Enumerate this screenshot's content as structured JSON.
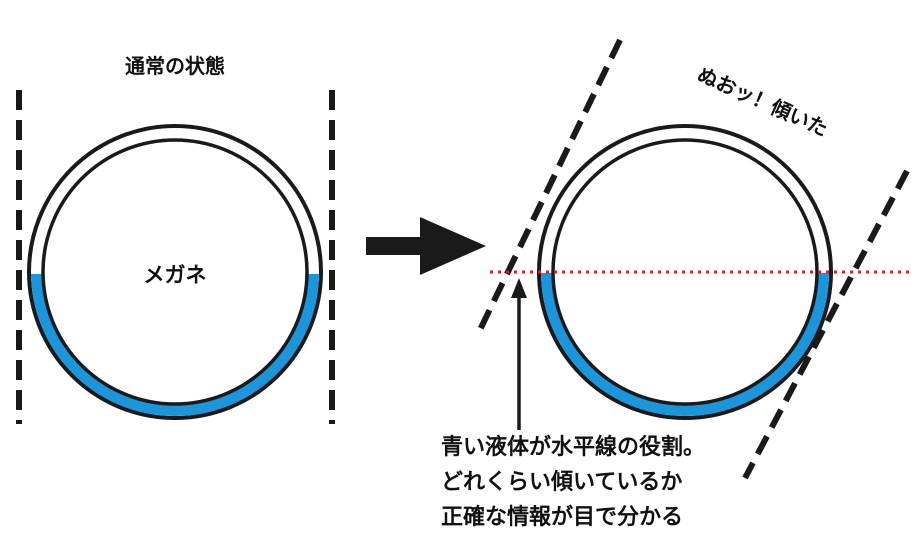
{
  "left_panel": {
    "title": "通常の状態",
    "lens_label": "メガネ"
  },
  "right_panel": {
    "title": "ぬおッ！傾いた"
  },
  "caption": {
    "lines": [
      "青い液体が水平線の役割。",
      "どれくらい傾いているか",
      "正確な情報が目で分かる"
    ]
  },
  "colors": {
    "liquid": "#1a96dc",
    "outline": "#1a1a1a",
    "horizon_line": "#d81e2a"
  },
  "icons": {
    "arrow": "right-arrow-icon",
    "pointer": "up-arrow-icon"
  }
}
